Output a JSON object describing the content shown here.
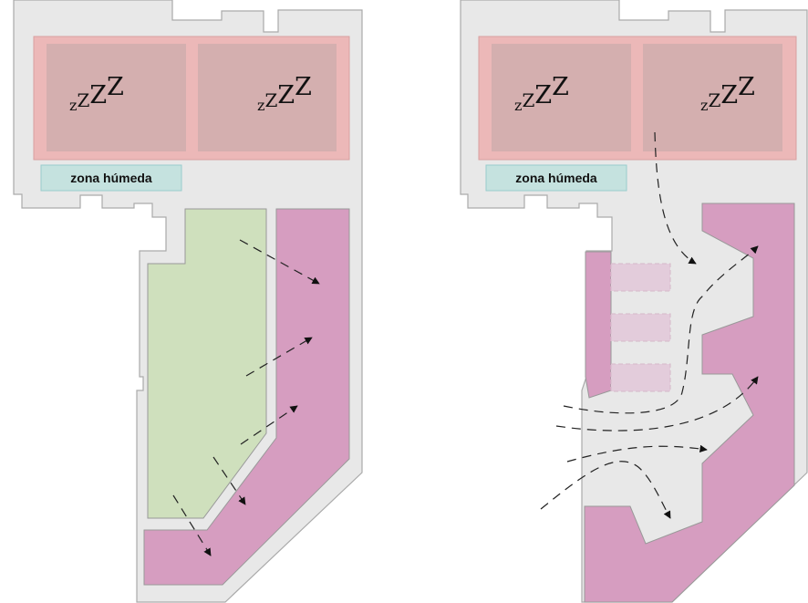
{
  "plans": [
    {
      "name": "left-plan",
      "wet_zone_label": "zona húmeda",
      "sleep": [
        "z",
        "Z",
        "Z",
        "Z"
      ]
    },
    {
      "name": "right-plan",
      "wet_zone_label": "zona húmeda",
      "sleep": [
        "z",
        "Z",
        "Z",
        "Z"
      ]
    }
  ],
  "colors": {
    "floor": "#e8e8e8",
    "outline": "#aaaaaa",
    "sleep_band": "#ecb8b8",
    "bedroom": "#d4afaf",
    "wet_zone": "#c5e2df",
    "green_zone": "#cfe0bd",
    "pink_zone": "#d69dc0",
    "pink_ghost": "#e3ccdb"
  }
}
